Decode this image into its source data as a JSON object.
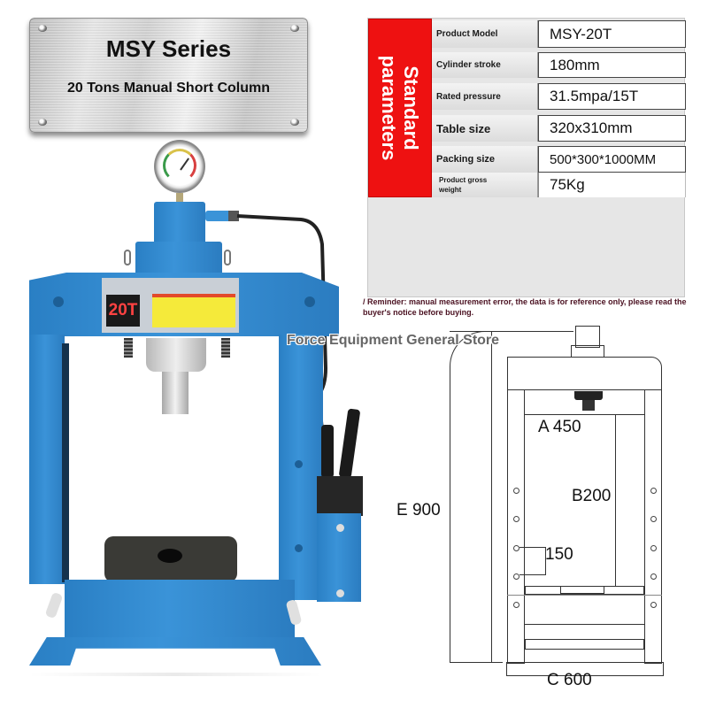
{
  "header_plate": {
    "title": "MSY Series",
    "subtitle": "20 Tons Manual Short Column"
  },
  "spec_table": {
    "heading": "Standard parameters",
    "rows": [
      {
        "label": "Product Model",
        "value": "MSY-20T"
      },
      {
        "label": "Cylinder stroke",
        "value": "180mm"
      },
      {
        "label": "Rated pressure",
        "value": "31.5mpa/15T"
      },
      {
        "label": "Table size",
        "value": "320x310mm"
      },
      {
        "label": "Packing size",
        "value": "500*300*1000MM"
      },
      {
        "label": "Product gross weight",
        "value": "75Kg"
      }
    ],
    "accent_color": "#ee1111"
  },
  "reminder": "/ Reminder: manual measurement error, the data is for reference only, please read the buyer's notice before buying.",
  "watermark": "Force Equipment General Store",
  "product_photo": {
    "capacity_badge": "20T",
    "frame_color": "#2f86cc"
  },
  "dimension_diagram": {
    "labels": {
      "A": "A  450",
      "B": "B200",
      "C": "C 600",
      "E": "E  900",
      "step": "150"
    }
  }
}
